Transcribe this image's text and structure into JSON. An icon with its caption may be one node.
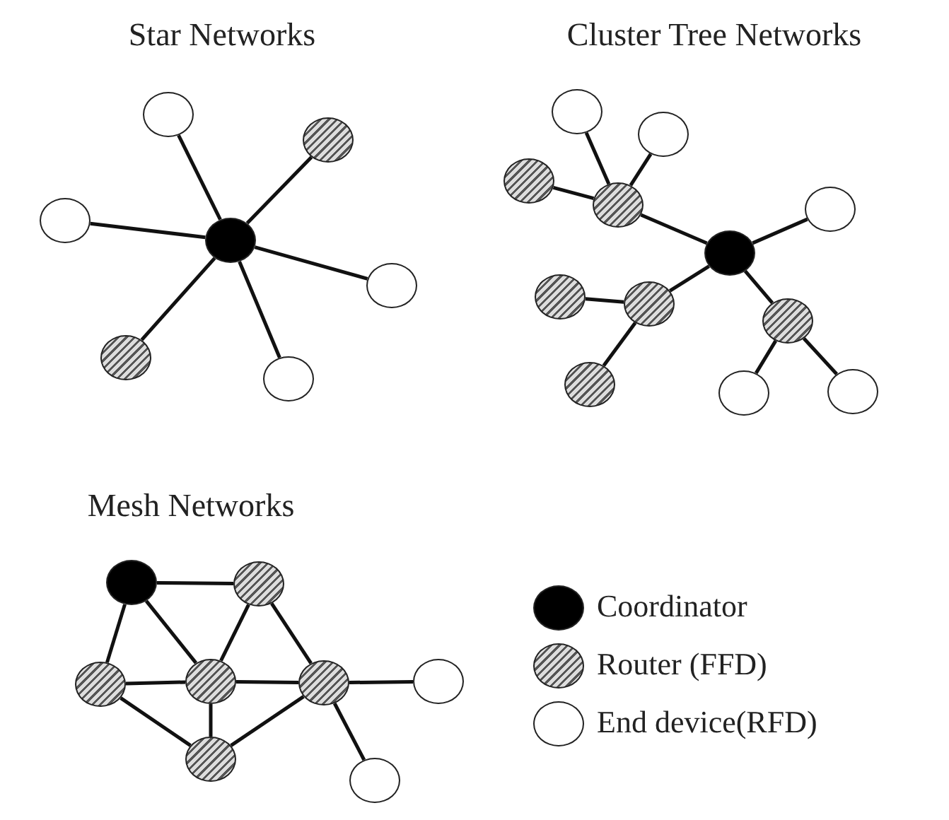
{
  "diagram": {
    "nodes": [
      {
        "text": [],
        "shape": "circle"
      },
      {
        "text": [],
        "shape": "circle"
      },
      {
        "text": [],
        "shape": "circle"
      },
      {
        "text": [],
        "shape": "circle"
      },
      {
        "text": [],
        "shape": "circle"
      },
      {
        "text": [],
        "shape": "circle"
      },
      {
        "text": [],
        "shape": "circle"
      },
      {
        "text": [],
        "shape": "circle"
      },
      {
        "text": [],
        "shape": "circle"
      },
      {
        "text": [],
        "shape": "circle"
      },
      {
        "text": [],
        "shape": "circle"
      },
      {
        "text": [],
        "shape": "circle"
      },
      {
        "text": [],
        "shape": "circle"
      },
      {
        "text": [],
        "shape": "circle"
      },
      {
        "text": [],
        "shape": "circle"
      },
      {
        "text": [],
        "shape": "circle"
      },
      {
        "text": [],
        "shape": "circle"
      },
      {
        "text": [],
        "shape": "circle"
      },
      {
        "text": [],
        "shape": "circle"
      },
      {
        "text": [],
        "shape": "circle"
      },
      {
        "text": [],
        "shape": "circle"
      },
      {
        "text": [],
        "shape": "circle"
      },
      {
        "text": [],
        "shape": "circle"
      },
      {
        "text": [],
        "shape": "circle"
      },
      {
        "text": [],
        "shape": "circle"
      },
      {
        "text": [],
        "shape": "circle"
      },
      {
        "text": [],
        "shape": "circle"
      }
    ],
    "edges": [
      {
        "from": 3,
        "to": 0,
        "arrow": "none"
      },
      {
        "from": 3,
        "to": 1,
        "arrow": "none"
      },
      {
        "from": 3,
        "to": 2,
        "arrow": "none"
      },
      {
        "from": 3,
        "to": 4,
        "arrow": "none"
      },
      {
        "from": 3,
        "to": 5,
        "arrow": "none"
      },
      {
        "from": 3,
        "to": 6,
        "arrow": "none"
      },
      {
        "from": 12,
        "to": 10,
        "arrow": "none"
      },
      {
        "from": 10,
        "to": 7,
        "arrow": "none"
      },
      {
        "from": 10,
        "to": 8,
        "arrow": "none"
      },
      {
        "from": 10,
        "to": 9,
        "arrow": "none"
      },
      {
        "from": 12,
        "to": 11,
        "arrow": "none"
      },
      {
        "from": 12,
        "to": 14,
        "arrow": "none"
      },
      {
        "from": 14,
        "to": 13,
        "arrow": "none"
      },
      {
        "from": 14,
        "to": 16,
        "arrow": "none"
      },
      {
        "from": 12,
        "to": 15,
        "arrow": "none"
      },
      {
        "from": 15,
        "to": 17,
        "arrow": "none"
      },
      {
        "from": 15,
        "to": 18,
        "arrow": "none"
      },
      {
        "from": 19,
        "to": 20,
        "arrow": "none"
      },
      {
        "from": 19,
        "to": 21,
        "arrow": "none"
      },
      {
        "from": 19,
        "to": 22,
        "arrow": "none"
      },
      {
        "from": 20,
        "to": 22,
        "arrow": "none"
      },
      {
        "from": 20,
        "to": 23,
        "arrow": "none"
      },
      {
        "from": 21,
        "to": 22,
        "arrow": "none"
      },
      {
        "from": 22,
        "to": 23,
        "arrow": "none"
      },
      {
        "from": 23,
        "to": 24,
        "arrow": "none"
      },
      {
        "from": 21,
        "to": 25,
        "arrow": "none"
      },
      {
        "from": 22,
        "to": 25,
        "arrow": "none"
      },
      {
        "from": 25,
        "to": 23,
        "arrow": "none"
      },
      {
        "from": 23,
        "to": 26,
        "arrow": "none"
      }
    ],
    "labels": [
      "Star Networks",
      "Cluster Tree Networks",
      "Mesh Networks"
    ],
    "legend": [
      {
        "text": "Coordinator",
        "color": "#000000"
      },
      {
        "text": "Router (FFD)"
      },
      {
        "text": "End device(RFD)",
        "color": "#ffffff"
      }
    ]
  }
}
